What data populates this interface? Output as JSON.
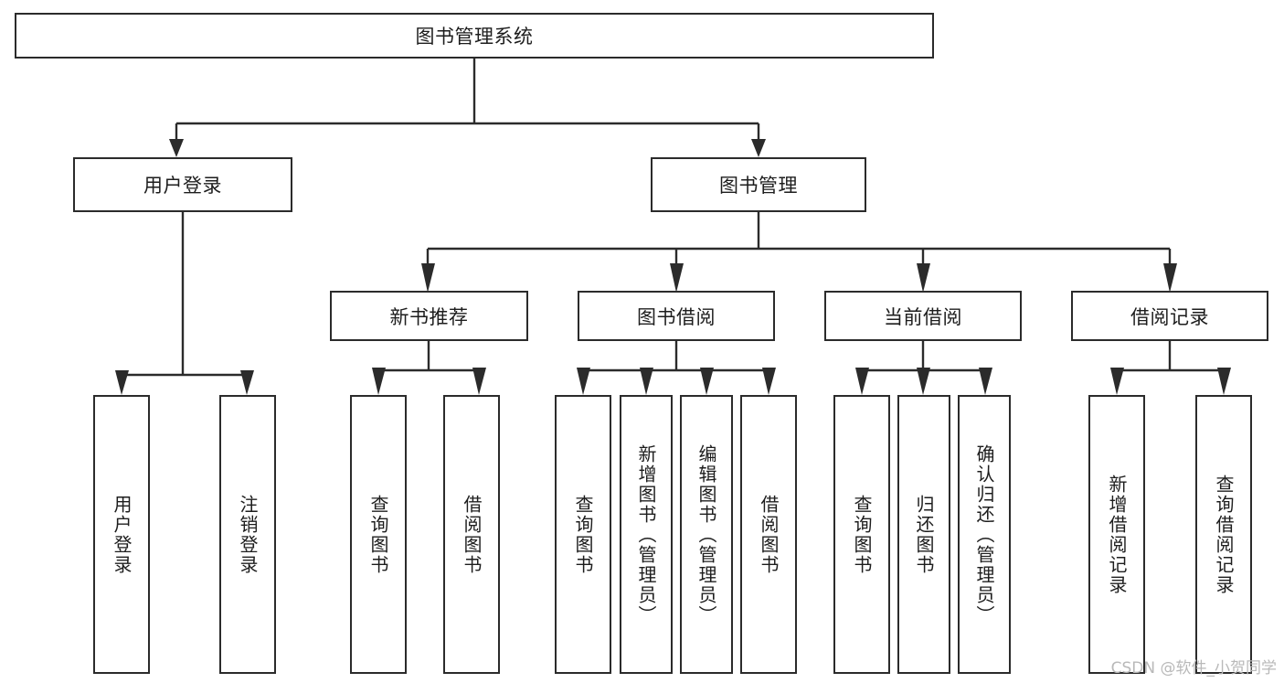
{
  "diagram": {
    "title": "图书管理系统",
    "watermark": "CSDN @软件_小贺同学",
    "root": {
      "label": "图书管理系统"
    },
    "level2": [
      {
        "label": "用户登录"
      },
      {
        "label": "图书管理"
      }
    ],
    "level3": [
      {
        "label": "新书推荐"
      },
      {
        "label": "图书借阅"
      },
      {
        "label": "当前借阅"
      },
      {
        "label": "借阅记录"
      }
    ],
    "leaves": {
      "user_login": [
        {
          "label": "用户登录"
        },
        {
          "label": "注销登录"
        }
      ],
      "new_book_recommend": [
        {
          "label": "查询图书"
        },
        {
          "label": "借阅图书"
        }
      ],
      "book_borrow": [
        {
          "label": "查询图书"
        },
        {
          "label": "新增图书（管理员）"
        },
        {
          "label": "编辑图书（管理员）"
        },
        {
          "label": "借阅图书"
        }
      ],
      "current_borrow": [
        {
          "label": "查询图书"
        },
        {
          "label": "归还图书"
        },
        {
          "label": "确认归还（管理员）"
        }
      ],
      "borrow_record": [
        {
          "label": "新增借阅记录"
        },
        {
          "label": "查询借阅记录"
        }
      ]
    }
  }
}
